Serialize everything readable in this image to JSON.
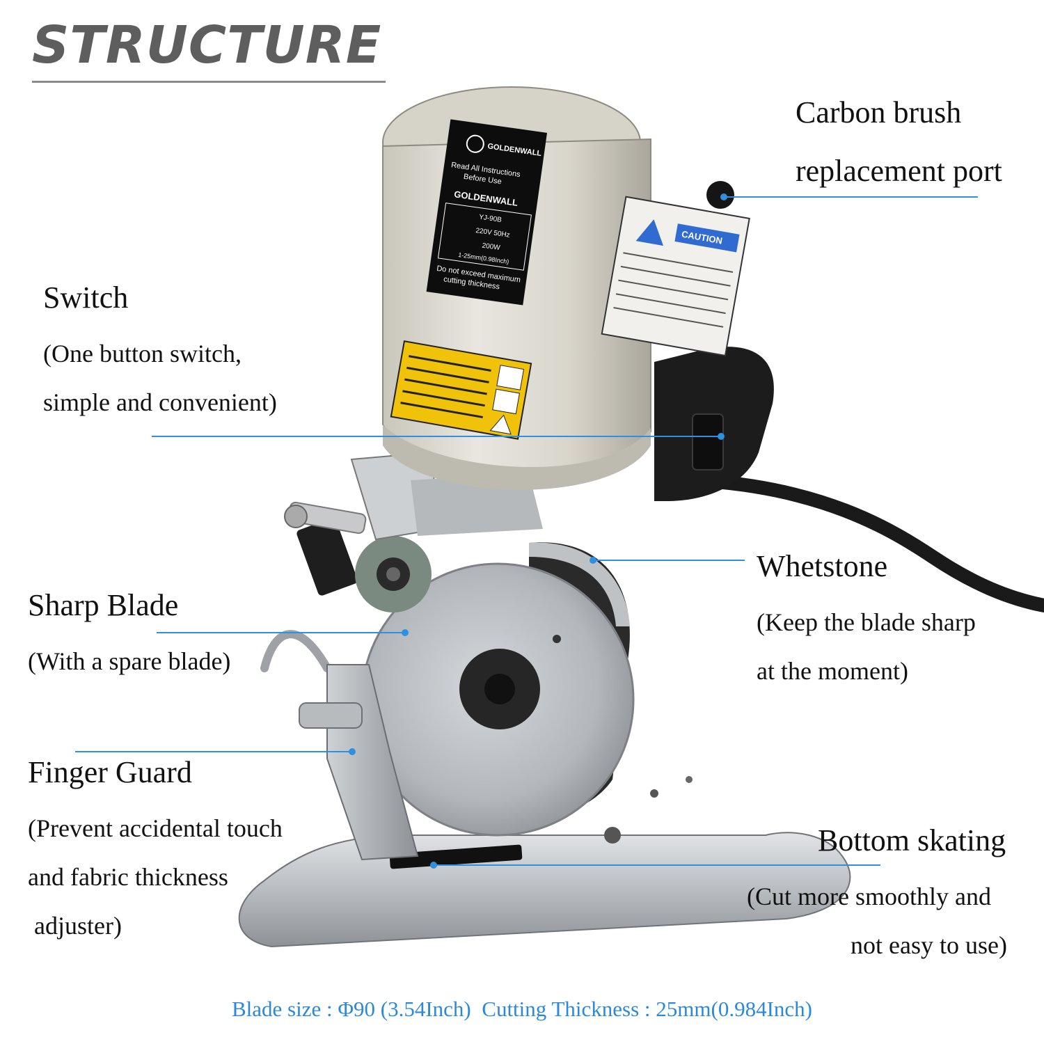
{
  "title": "STRUCTURE",
  "colors": {
    "title": "#5e5e5e",
    "callout_line": "#2f8fe0",
    "footer_text": "#2c88d9"
  },
  "labels": {
    "carbon_brush": {
      "line1": "Carbon brush",
      "line2": "replacement port"
    },
    "switch": {
      "title": "Switch",
      "line1": "(One button switch,",
      "line2": "simple and convenient)"
    },
    "whetstone": {
      "title": "Whetstone",
      "line1": "(Keep the blade sharp",
      "line2": "at the moment)"
    },
    "sharp_blade": {
      "title": "Sharp Blade",
      "line1": "(With a spare blade)"
    },
    "finger_guard": {
      "title": "Finger Guard",
      "line1": "(Prevent accidental touch",
      "line2": "and fabric thickness",
      "line3": " adjuster)"
    },
    "bottom_skating": {
      "title": "Bottom skating",
      "line1": "(Cut more smoothly and",
      "line2": "not easy to use)"
    }
  },
  "device": {
    "brand": "GOLDENWALL",
    "label_lines": [
      "Read All Instructions",
      "Before Use"
    ],
    "model": "YJ-90B",
    "volts": "220V 50Hz",
    "power": "200W",
    "thickness": "1-25mm(0.98Inch)",
    "warning": [
      "Do not exceed maximum",
      "cutting thickness"
    ],
    "caution": "CAUTION"
  },
  "footer": {
    "blade_size": "Blade size : Φ90 (3.54Inch)",
    "cutting_thickness": "Cutting Thickness : 25mm(0.984Inch)"
  }
}
